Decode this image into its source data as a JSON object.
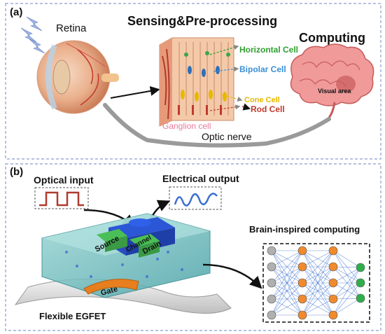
{
  "panel_a": {
    "label": "(a)",
    "retina_label": "Retina",
    "stage_title": "Sensing&Pre-processing",
    "computing_title": "Computing",
    "cells": {
      "horizontal": "Horizontal Cell",
      "bipolar": "Bipolar Cell",
      "cone": "Cone Cell",
      "rod": "Rod Cell",
      "ganglion": "Ganglion cell"
    },
    "visual_area": "Visual area",
    "optic_nerve": "Optic nerve"
  },
  "panel_b": {
    "label": "(b)",
    "optical_input": "Optical input",
    "electrical_output": "Electrical output",
    "source": "Source",
    "channel": "Channel",
    "drain": "Drain",
    "gate": "Gate",
    "device_name": "Flexible EGFET",
    "computing_title": "Brain-inspired computing"
  },
  "colors": {
    "horizontal": "#2e9e2e",
    "bipolar": "#3a8fd6",
    "cone": "#e6b800",
    "rod": "#c0392b",
    "ganglion": "#e87a9a",
    "input_node": "#b0b0b0",
    "hidden_node": "#f08a2c",
    "output_node": "#2fae4a",
    "source_drain": "#3aa64a",
    "channel": "#1f4fd1",
    "gate": "#e77f1e"
  },
  "network": {
    "layers": [
      5,
      5,
      5,
      3
    ]
  }
}
